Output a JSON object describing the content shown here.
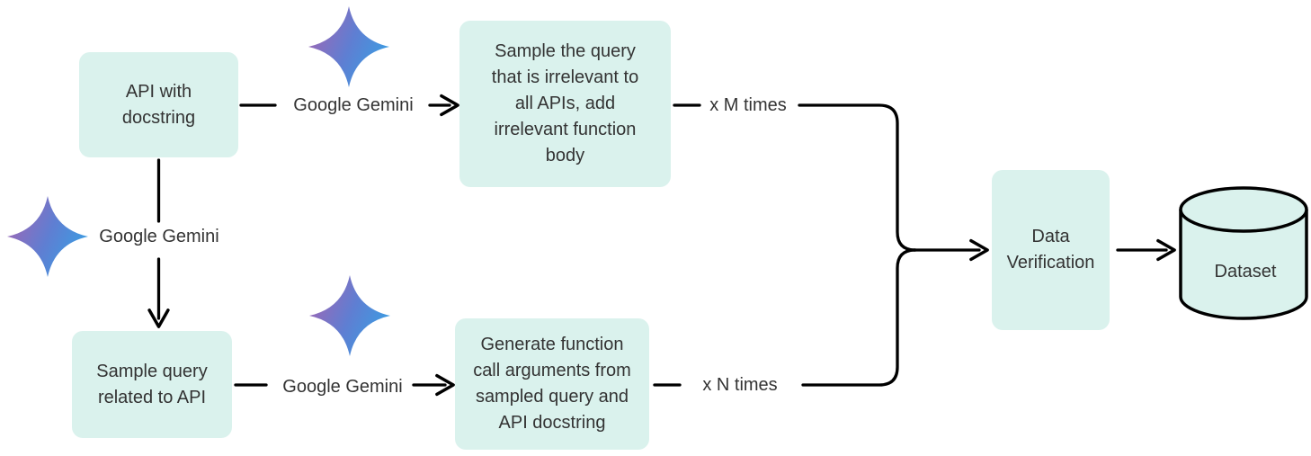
{
  "diagram": {
    "nodes": {
      "api_with_docstring": {
        "label": "API with\ndocstring"
      },
      "sample_irrelevant_query": {
        "label": "Sample the query\nthat is irrelevant to\nall APIs, add\nirrelevant function\nbody"
      },
      "sample_related_query": {
        "label": "Sample query\nrelated to API"
      },
      "generate_function_call": {
        "label": "Generate function\ncall arguments from\nsampled query and\nAPI docstring"
      },
      "data_verification": {
        "label": "Data\nVerification"
      },
      "dataset": {
        "label": "Dataset"
      }
    },
    "edge_labels": {
      "gemini_top": "Google Gemini",
      "gemini_left": "Google Gemini",
      "gemini_bottom": "Google Gemini",
      "times_m": "x M times",
      "times_n": "x N times"
    },
    "icons": {
      "gemini_sparkle": "gemini-sparkle-icon",
      "dataset_cylinder": "database-cylinder-icon"
    },
    "colors": {
      "node_fill": "#daf2ed",
      "text": "#333333",
      "edge": "#000000",
      "gemini_gradient_start": "#9e67b5",
      "gemini_gradient_mid": "#5f7ed2",
      "gemini_gradient_end": "#38a0e4"
    }
  }
}
